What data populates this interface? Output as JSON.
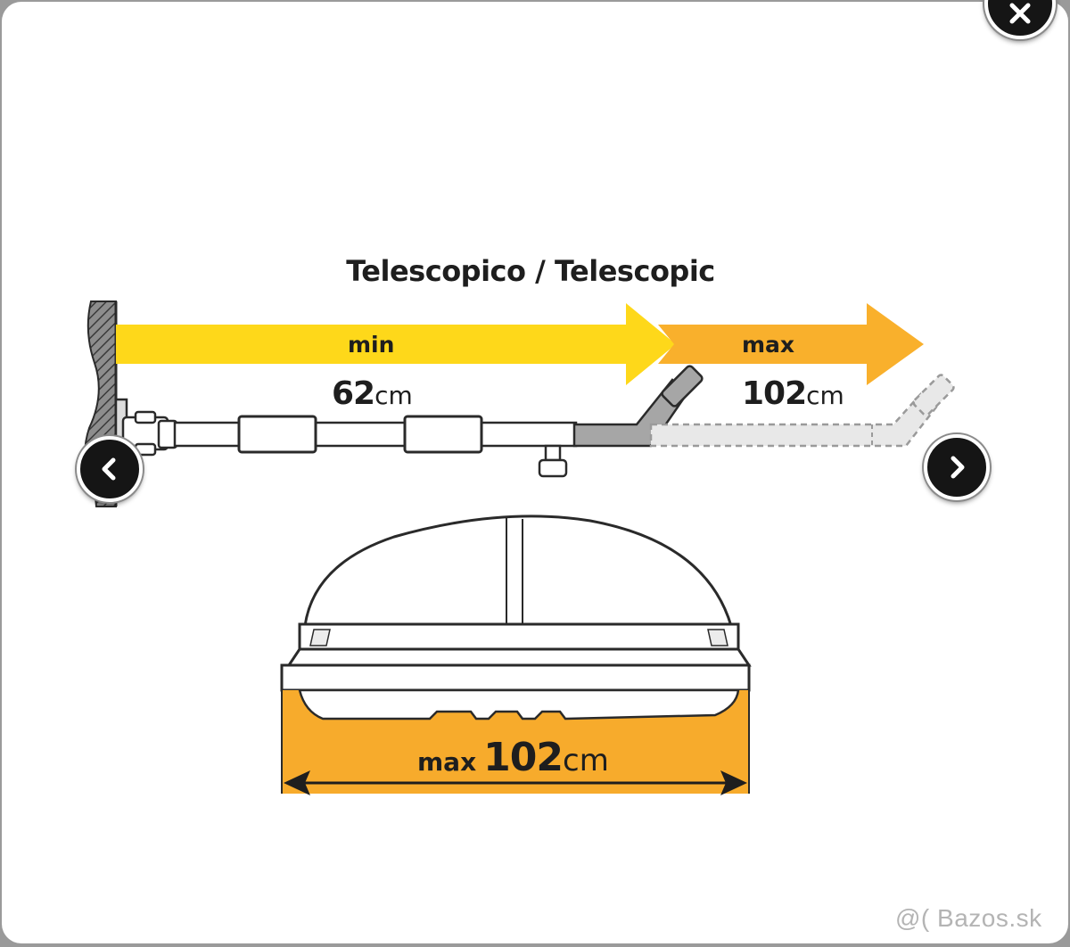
{
  "gallery": {
    "close_icon": "close-icon",
    "prev_icon": "chevron-left-icon",
    "next_icon": "chevron-right-icon",
    "watermark": "@( Bazos.sk"
  },
  "image": {
    "title": "Telescopico / Telescopic",
    "min_label": "min",
    "max_label": "max",
    "min_value": "62",
    "max_value": "102",
    "unit": "cm",
    "box_prefix": "max",
    "box_value": "102",
    "colors": {
      "min_arrow": "#fed81a",
      "max_arrow": "#f9b02c",
      "box_band": "#f7ab2c",
      "outline": "#262626"
    }
  }
}
